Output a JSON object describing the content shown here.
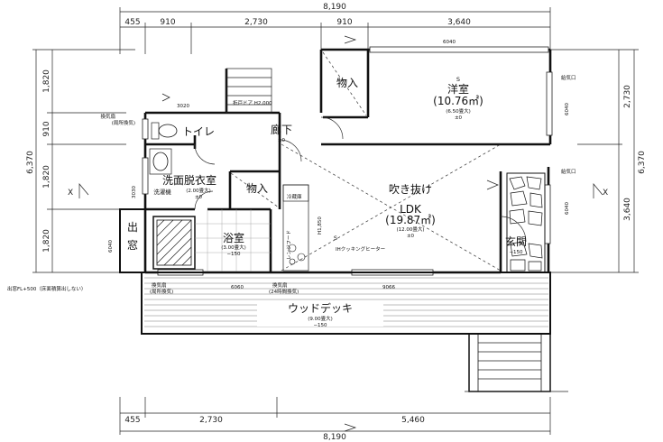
{
  "dims": {
    "top_total": "8,190",
    "top_segments": [
      "455",
      "910",
      "2,730",
      "910",
      "3,640"
    ],
    "bottom_segments": [
      "455",
      "2,730",
      "5,460"
    ],
    "bottom_total": "8,190",
    "left_segments": [
      "1,820",
      "910",
      "1,820",
      "1,820"
    ],
    "left_total": "6,370",
    "right_segments": [
      "2,730",
      "3,640"
    ],
    "right_total": "6,370"
  },
  "rooms": {
    "western": {
      "name": "洋室",
      "area": "(10.76㎡)",
      "tatami": "(6.50畳大)",
      "level": "±0"
    },
    "storage1": "物入",
    "storage2": "物入",
    "toilet": "トイレ",
    "hall": {
      "name": "廊下",
      "level": "±0"
    },
    "dressing": {
      "name": "洗面脱衣室",
      "tatami": "(2.00畳大)",
      "level": "±0"
    },
    "washer": "洗濯機",
    "bath": {
      "name": "浴室",
      "tatami": "(3.00畳大)",
      "level": "−150"
    },
    "ldk": {
      "name": "LDK",
      "area": "(19.87㎡)",
      "tatami": "(12.00畳大)",
      "level": "±0"
    },
    "void": "吹き抜け",
    "entrance": {
      "name": "玄関",
      "level": "−150"
    },
    "deck": {
      "name": "ウッドデッキ",
      "tatami": "(9.00畳大)",
      "level": "−150"
    },
    "bay_window": [
      "出",
      "窓"
    ]
  },
  "labels": {
    "fridge": "冷蔵庫",
    "range_hood": "レンジフード",
    "ih": "IHクッキングヒーター",
    "hall_height": "H1,850",
    "folding_door": "折戸ドア H2,000",
    "vent_top": [
      "換気扇",
      "(局所換気)"
    ],
    "vent_bottom": [
      "換気扇",
      "(局所換気)"
    ],
    "vent_24h": [
      "換気扇",
      "(24時間換気)"
    ],
    "air_inlet": "給気口",
    "bay_note": "出窓FL+500（床面積算出しない）",
    "x_mark": "X",
    "s_mark": "S"
  },
  "codes": {
    "c6040_top": "6040",
    "c6040_right1": "6040",
    "c6040_right2": "6040",
    "c6040_left": "6040",
    "c3020": "3020",
    "c3030": "3030",
    "c6060": "6060",
    "c9066": "9066"
  }
}
